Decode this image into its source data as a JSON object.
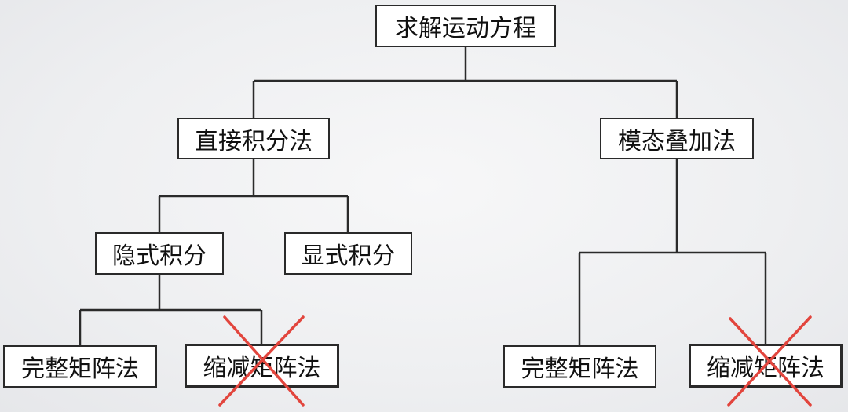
{
  "diagram": {
    "root": "求解运动方程",
    "direct_integration": "直接积分法",
    "modal_superposition": "模态叠加法",
    "implicit": "隐式积分",
    "explicit": "显式积分",
    "left_full_matrix": "完整矩阵法",
    "left_reduced_matrix": "缩减矩阵法",
    "right_full_matrix": "完整矩阵法",
    "right_reduced_matrix": "缩减矩阵法",
    "crossed_out": [
      "left_reduced_matrix",
      "right_reduced_matrix"
    ],
    "cross_color": "#e2453d",
    "line_color": "#2a2a2a"
  }
}
